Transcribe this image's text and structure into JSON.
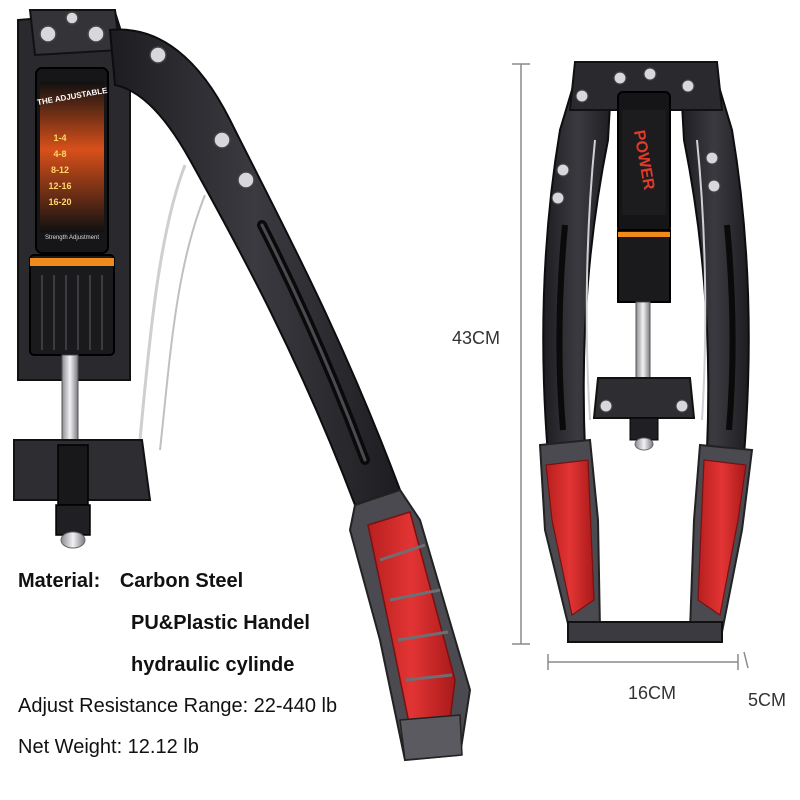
{
  "cylinder_label": {
    "title": "THE ADJUSTABLE",
    "levels": [
      "1-4",
      "4-8",
      "8-12",
      "12-16",
      "16-20"
    ],
    "footer": "Strength Adjustment"
  },
  "brand_label": "POWER",
  "specs": {
    "material_label": "Material:",
    "material_line1": "Carbon Steel",
    "material_line2": "PU&Plastic Handel",
    "material_line3": "hydraulic cylinde",
    "resistance": "Adjust Resistance Range: 22-440 lb",
    "weight": "Net Weight: 12.12 lb"
  },
  "dimensions": {
    "height": "43CM",
    "width": "16CM",
    "depth": "5CM"
  },
  "colors": {
    "grip_red": "#d22a2a",
    "steel_dark": "#2c2c30",
    "cylinder_orange": "#f08a1c"
  }
}
